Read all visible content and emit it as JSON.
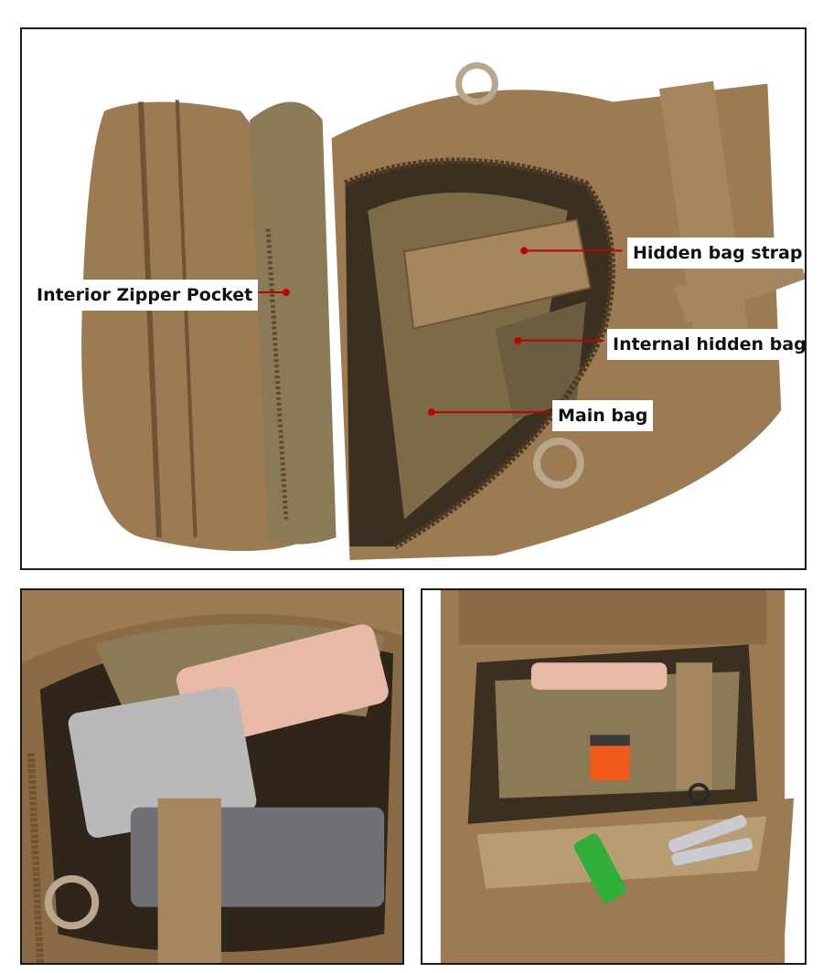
{
  "callouts": {
    "hidden_bag_strap": "Hidden bag strap",
    "interior_zipper_pocket": "Interior Zipper Pocket",
    "internal_hidden_bag": "Internal hidden bag",
    "main_bag": "Main bag"
  },
  "colors": {
    "fabric": "#9c7b52",
    "fabric_dark": "#6f5434",
    "lining": "#8a7a55",
    "interior_shadow": "#3b2f1f",
    "pointer": "#c00000",
    "phone": "#e9b9a8",
    "powerbank": "#b9b9b9",
    "lighter": "#f05a1a",
    "multitool": "#2fae3a",
    "keys": "#c8ccd2"
  }
}
